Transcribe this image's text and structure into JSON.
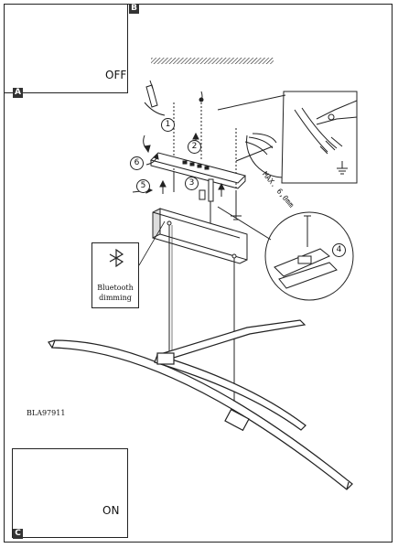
{
  "panels": {
    "top": {
      "tag": "B",
      "corner_tag": "A",
      "state_label": "OFF"
    },
    "bottom": {
      "tag": "C",
      "state_label": "ON"
    }
  },
  "steps": [
    "1",
    "2",
    "3",
    "4",
    "5",
    "6"
  ],
  "bluetooth": {
    "line1": "Bluetooth",
    "line2": "dimming"
  },
  "wire_note": "MAX. 6,0mm",
  "model_number": "BLA97911",
  "colors": {
    "ink": "#222222",
    "paper": "#ffffff"
  },
  "icons": [
    "bluetooth-icon",
    "screwdriver-icon",
    "pliers-icon",
    "ground-icon",
    "breaker-icon",
    "hand-icon"
  ]
}
